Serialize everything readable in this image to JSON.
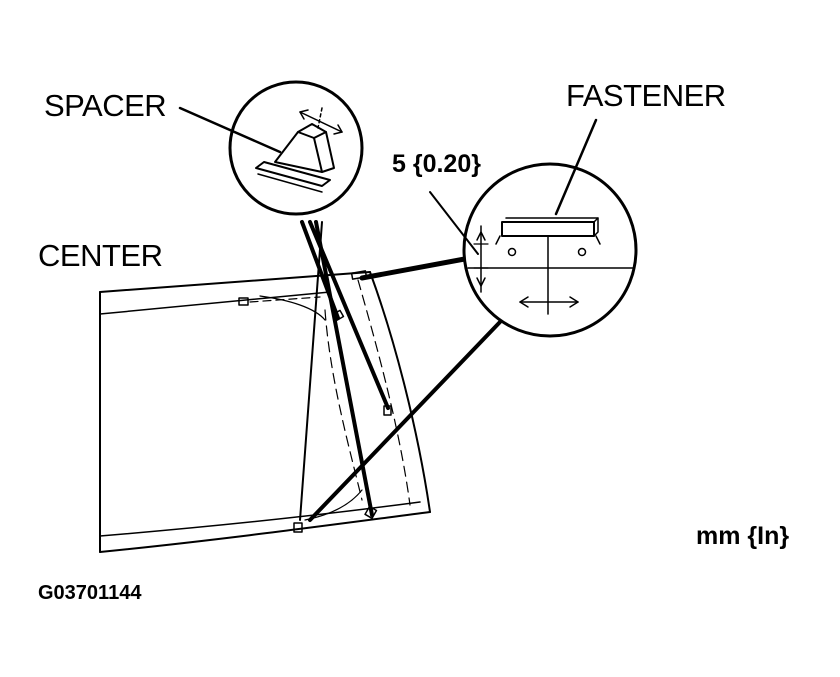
{
  "labels": {
    "spacer": "SPACER",
    "fastener": "FASTENER",
    "center": "CENTER",
    "dimension": "5 {0.20}",
    "units": "mm {In}",
    "figure_id": "G03701144"
  },
  "colors": {
    "ink": "#000000",
    "paper": "#ffffff"
  }
}
